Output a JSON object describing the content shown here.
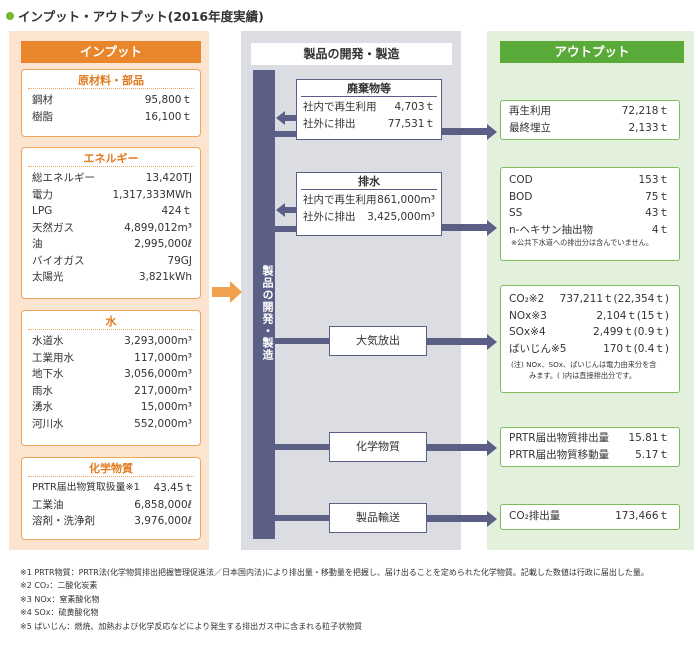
{
  "title": "インプット・アウトプット(2016年度実績)",
  "input": {
    "banner": "インプット",
    "materials": {
      "heading": "原材料・部品",
      "rows": [
        {
          "label": "鋼材",
          "value": "95,800ｔ"
        },
        {
          "label": "樹脂",
          "value": "16,100ｔ"
        }
      ]
    },
    "energy": {
      "heading": "エネルギー",
      "rows": [
        {
          "label": "総エネルギー",
          "value": "13,420TJ"
        },
        {
          "label": "電力",
          "value": "1,317,333MWh"
        },
        {
          "label": "LPG",
          "value": "424ｔ"
        },
        {
          "label": "天然ガス",
          "value": "4,899,012m³"
        },
        {
          "label": "油",
          "value": "2,995,000ℓ"
        },
        {
          "label": "バイオガス",
          "value": "79GJ"
        },
        {
          "label": "太陽光",
          "value": "3,821kWh"
        }
      ]
    },
    "water": {
      "heading": "水",
      "rows": [
        {
          "label": "水道水",
          "value": "3,293,000m³"
        },
        {
          "label": "工業用水",
          "value": "117,000m³"
        },
        {
          "label": "地下水",
          "value": "3,056,000m³"
        },
        {
          "label": "雨水",
          "value": "217,000m³"
        },
        {
          "label": "湧水",
          "value": "15,000m³"
        },
        {
          "label": "河川水",
          "value": "552,000m³"
        }
      ]
    },
    "chemicals": {
      "heading": "化学物質",
      "rows": [
        {
          "label": "PRTR届出物質取扱量※1",
          "value": "43.45ｔ"
        },
        {
          "label": "工業油",
          "value": "6,858,000ℓ"
        },
        {
          "label": "溶剤・洗浄剤",
          "value": "3,976,000ℓ"
        }
      ]
    }
  },
  "process": {
    "banner": "製品の開発・製造",
    "spine_label": "製品の開発・製造",
    "waste": {
      "heading": "廃棄物等",
      "rows": [
        {
          "label": "社内で再生利用",
          "value": "4,703ｔ"
        },
        {
          "label": "社外に排出",
          "value": "77,531ｔ"
        }
      ]
    },
    "wastewater": {
      "heading": "排水",
      "rows": [
        {
          "label": "社内で再生利用",
          "value": "861,000m³"
        },
        {
          "label": "社外に排出",
          "value": "3,425,000m³"
        }
      ]
    },
    "air": "大気放出",
    "chem": "化学物質",
    "transport": "製品輸送"
  },
  "output": {
    "banner": "アウトプット",
    "waste": [
      {
        "label": "再生利用",
        "value": "72,218ｔ"
      },
      {
        "label": "最終埋立",
        "value": "2,133ｔ"
      }
    ],
    "water": [
      {
        "label": "COD",
        "value": "153ｔ"
      },
      {
        "label": "BOD",
        "value": "75ｔ"
      },
      {
        "label": "SS",
        "value": "43ｔ"
      },
      {
        "label": "n-ヘキサン抽出物",
        "value": "4ｔ"
      }
    ],
    "water_note": "※公共下水道への排出分は含んでいません。",
    "air": [
      {
        "label": "CO₂※2",
        "value": "737,211ｔ(22,354ｔ)"
      },
      {
        "label": "NOx※3",
        "value": "2,104ｔ(15ｔ)"
      },
      {
        "label": "SOx※4",
        "value": "2,499ｔ(0.9ｔ)"
      },
      {
        "label": "ばいじん※5",
        "value": "170ｔ(0.4ｔ)"
      }
    ],
    "air_note1": "(注) NOx、SOx、ばいじんは電力由来分を含",
    "air_note2": "みます。( )内は直接排出分です。",
    "chem": [
      {
        "label": "PRTR届出物質排出量",
        "value": "15.81ｔ"
      },
      {
        "label": "PRTR届出物質移動量",
        "value": "5.17ｔ"
      }
    ],
    "transport": [
      {
        "label": "CO₂排出量",
        "value": "173,466ｔ"
      }
    ]
  },
  "footnotes": [
    "※1 PRTR物質：PRTR法(化学物質排出把握管理促進法／日本国内法)により排出量・移動量を把握し、届け出ることを定められた化学物質。記載した数値は行政に届出した量。",
    "※2 CO₂：二酸化炭素",
    "※3 NOx：窒素酸化物",
    "※4 SOx：硫黄酸化物",
    "※5 ばいじん：燃焼、加熱および化学反応などにより発生する排出ガス中に含まれる粒子状物質"
  ]
}
